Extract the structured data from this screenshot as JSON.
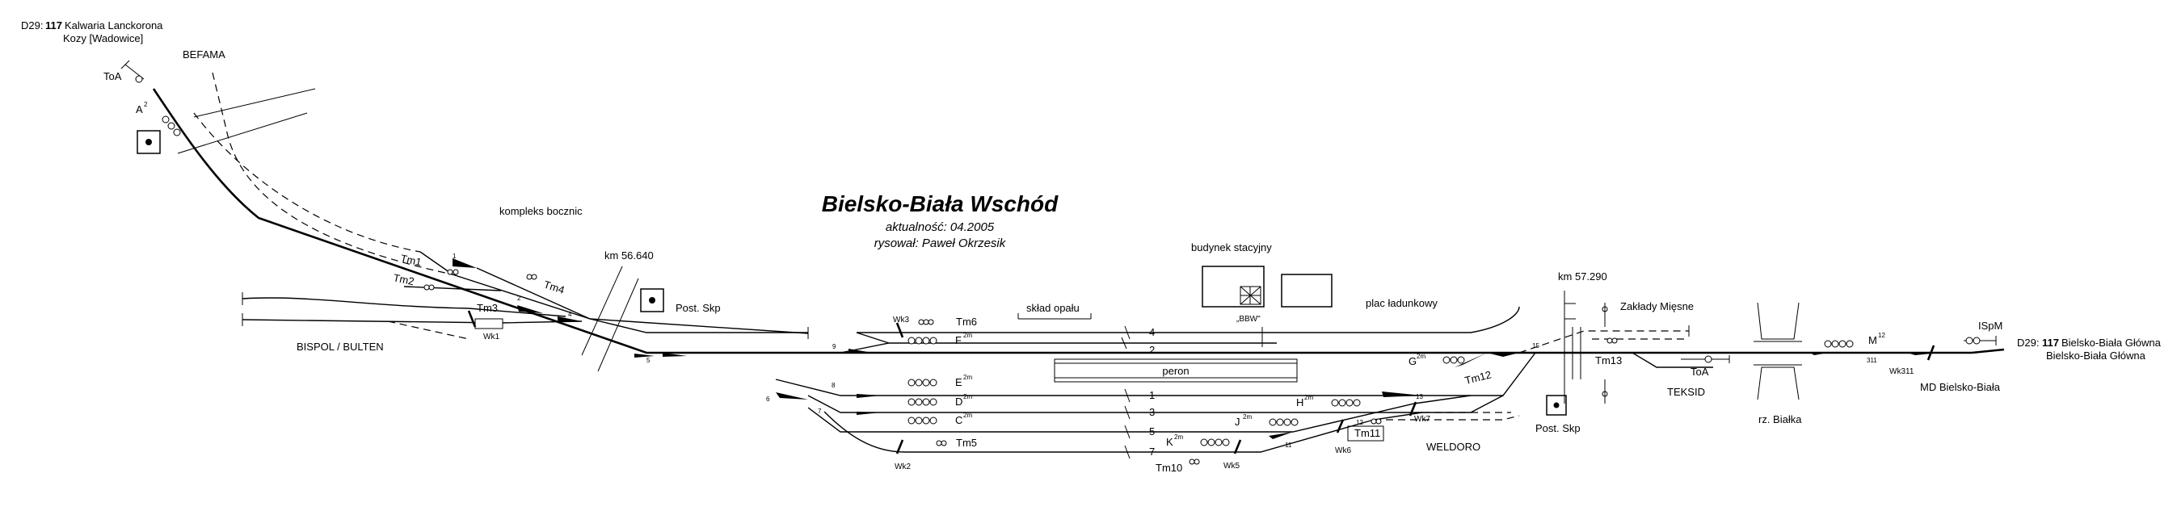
{
  "title": "Bielsko-Biała Wschód",
  "updated": "aktualność: 04.2005",
  "author": "rysował: Paweł Okrzesik",
  "line_west": {
    "prefix": "D29:",
    "number": "117",
    "name": "Kalwaria Lanckorona",
    "name2": "Kozy [Wadowice]"
  },
  "line_east": {
    "prefix": "D29:",
    "number": "117",
    "name": "Bielsko-Biała Główna",
    "name2": "Bielsko-Biała Główna"
  },
  "places": {
    "befama": "BEFAMA",
    "kompleks": "kompleks bocznic",
    "bispol": "BISPOL / BULTEN",
    "post_skp_west": "Post. Skp",
    "post_skp_east": "Post. Skp",
    "sklad_opalu": "skład opału",
    "budynek": "budynek stacyjny",
    "bbw": "„BBW\"",
    "plac": "plac ładunkowy",
    "peron": "peron",
    "zaklady": "Zakłady Mięsne",
    "teksid": "TEKSID",
    "weldoro": "WELDORO",
    "rzeka": "rz. Białka",
    "md": "MD Bielsko-Biała"
  },
  "km": {
    "west": "km 56.640",
    "east": "km 57.290"
  },
  "signals": {
    "toa_west": "ToA",
    "a": "A",
    "a_sup": "2",
    "e": "E",
    "e_sup": "2m",
    "f": "F",
    "f_sup": "2m",
    "d": "D",
    "d_sup": "2m",
    "c": "C",
    "c_sup": "2m",
    "k": "K",
    "k_sup": "2m",
    "j": "J",
    "j_sup": "2m",
    "h": "H",
    "h_sup": "2m",
    "g": "G",
    "g_sup": "2m",
    "m": "M",
    "m_sup": "12",
    "toa_east": "ToA",
    "ispm": "ISpM"
  },
  "shunting": {
    "tm1": "Tm1",
    "tm2": "Tm2",
    "tm3": "Tm3",
    "tm4": "Tm4",
    "tm5": "Tm5",
    "tm6": "Tm6",
    "tm10": "Tm10",
    "tm11": "Tm11",
    "tm12": "Tm12",
    "tm13": "Tm13"
  },
  "derails": {
    "wk1": "Wk1",
    "wk2": "Wk2",
    "wk3": "Wk3",
    "wk5": "Wk5",
    "wk6": "Wk6",
    "wk7": "Wk7",
    "wk311": "Wk311"
  },
  "tracks": {
    "t4": "4",
    "t2": "2",
    "t1": "1",
    "t3": "3",
    "t5": "5",
    "t7": "7"
  },
  "switches": {
    "s1": "1",
    "s2": "2",
    "s4": "4",
    "s5": "5",
    "s6": "6",
    "s7": "7",
    "s8": "8",
    "s9": "9",
    "s11": "11",
    "s12": "12",
    "s13": "13",
    "s15": "15",
    "s311": "311"
  }
}
